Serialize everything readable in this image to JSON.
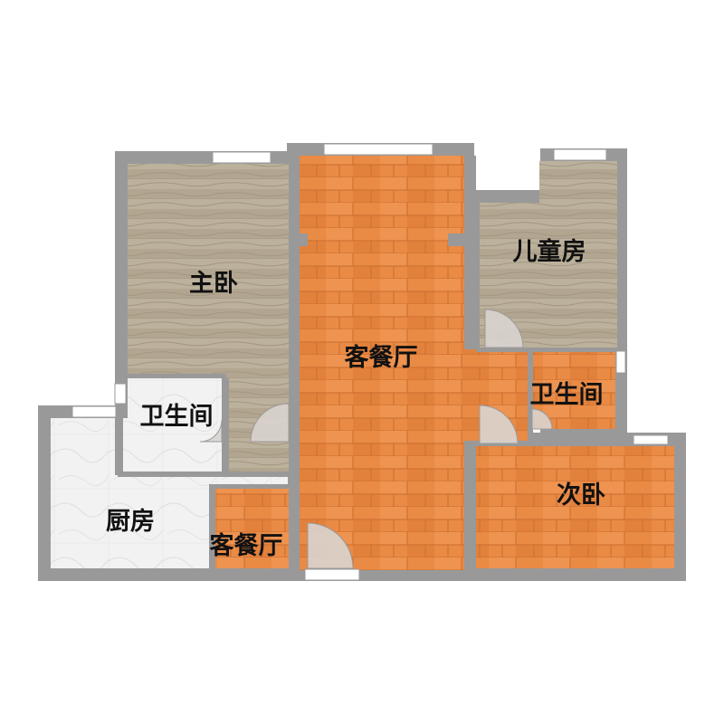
{
  "colors": {
    "wall": "#999999",
    "wood_orange": "#e98a45",
    "wood_gray": "#b2a690",
    "marble": "#f1f1f1",
    "window": "#ffffff",
    "door_swing": "#d9d4cf"
  },
  "rooms": {
    "master_bedroom": "主卧",
    "living_dining": "客餐厅",
    "kids_room": "儿童房",
    "bathroom_left": "卫生间",
    "bathroom_right": "卫生间",
    "second_bedroom": "次卧",
    "kitchen": "厨房",
    "corridor": "客餐厅"
  }
}
